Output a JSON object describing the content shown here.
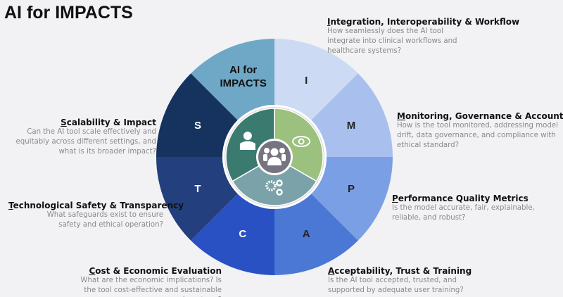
{
  "title": "AI for IMPACTS",
  "center_label": [
    "AI for",
    "IMPACTS"
  ],
  "segments": [
    {
      "letter": "I",
      "color": "#cddaf3",
      "text_color": "#222"
    },
    {
      "letter": "M",
      "color": "#a9c0ee",
      "text_color": "#222"
    },
    {
      "letter": "P",
      "color": "#7a9fe4",
      "text_color": "#222"
    },
    {
      "letter": "A",
      "color": "#4a78d4",
      "text_color": "#222"
    },
    {
      "letter": "C",
      "color": "#2a51c4",
      "text_color": "#fff"
    },
    {
      "letter": "T",
      "color": "#233f7d",
      "text_color": "#fff"
    },
    {
      "letter": "S",
      "color": "#16325f",
      "text_color": "#fff"
    },
    {
      "letter": "",
      "color": "#6fa8c6",
      "text_color": "#111"
    }
  ],
  "inner": {
    "colors": [
      "#9cc17e",
      "#7ba2a8",
      "#3b7a6f"
    ],
    "hub_color": "#767480",
    "icons": [
      "eye-icon",
      "gears-icon",
      "doctor-icon",
      "people-icon"
    ]
  },
  "items": [
    {
      "first": "I",
      "rest": "ntegration, Interoperability & Workflow",
      "desc": "How seamlessly does the AI tool integrate into clinical workflows and healthcare systems?"
    },
    {
      "first": "M",
      "rest": "onitoring, Governance & Accountability",
      "desc": "How is the tool monitored, addressing model drift, data governance, and compliance with ethical standard?"
    },
    {
      "first": "P",
      "rest": "erformance Quality Metrics",
      "desc": "Is the model accurate, fair, explainable, reliable, and robust?"
    },
    {
      "first": "A",
      "rest": "cceptability, Trust & Training",
      "desc": "Is the AI tool accepted, trusted, and supported by adequate user training?"
    },
    {
      "first": "C",
      "rest": "ost & Economic Evaluation",
      "desc": "What are the economic implications? Is the tool cost-effective and  sustainable long-term?"
    },
    {
      "first": "T",
      "rest": "echnological Safety & Transparency",
      "desc": "What safeguards exist to ensure safety and ethical operation?"
    },
    {
      "first": "S",
      "rest": "calability & Impact",
      "desc": "Can the AI tool scale effectively and equitably across different settings, and what is its broader impact?"
    }
  ]
}
